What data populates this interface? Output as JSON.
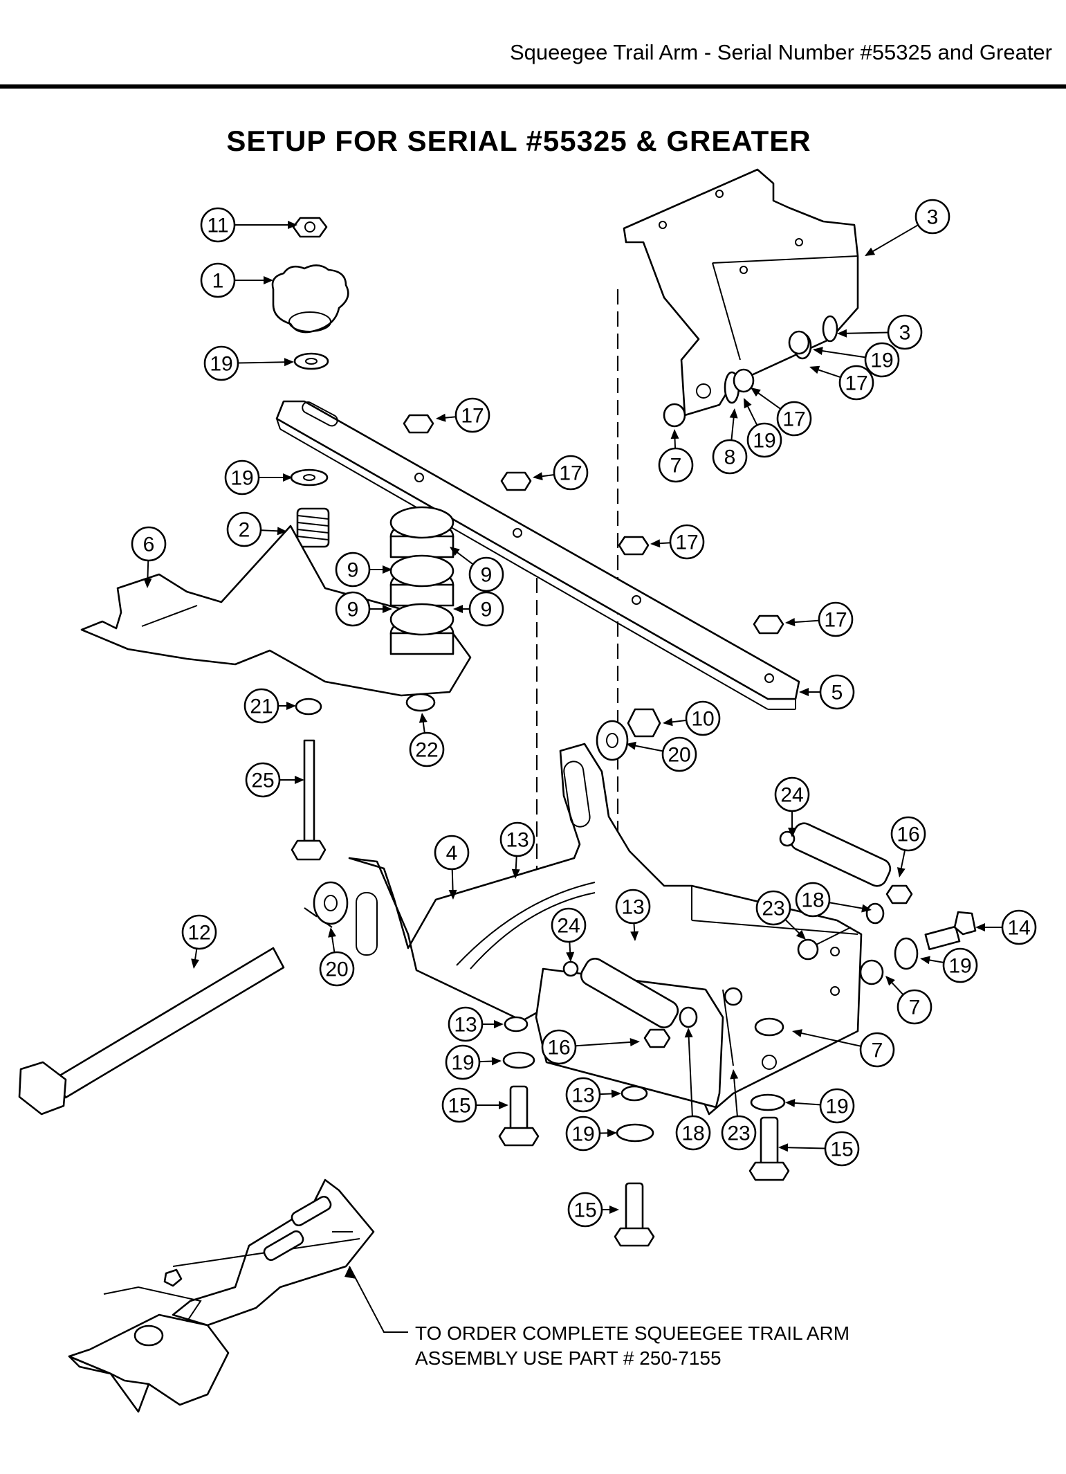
{
  "header": {
    "title": "Squeegee Trail Arm - Serial Number #55325 and Greater"
  },
  "diagram": {
    "title": "SETUP FOR SERIAL #55325 & GREATER",
    "order_note": {
      "line1": "TO ORDER COMPLETE SQUEEGEE TRAIL ARM",
      "line2": "ASSEMBLY USE PART # 250-7155"
    },
    "callouts": [
      "11",
      "1",
      "19",
      "17",
      "19",
      "2",
      "6",
      "9",
      "9",
      "9",
      "9",
      "17",
      "17",
      "17",
      "21",
      "22",
      "25",
      "3",
      "3",
      "19",
      "17",
      "17",
      "19",
      "8",
      "7",
      "5",
      "10",
      "20",
      "4",
      "13",
      "24",
      "16",
      "18",
      "23",
      "14",
      "19",
      "7",
      "20",
      "12",
      "13",
      "24",
      "13",
      "19",
      "16",
      "15",
      "13",
      "19",
      "18",
      "23",
      "7",
      "19",
      "15",
      "15"
    ]
  }
}
